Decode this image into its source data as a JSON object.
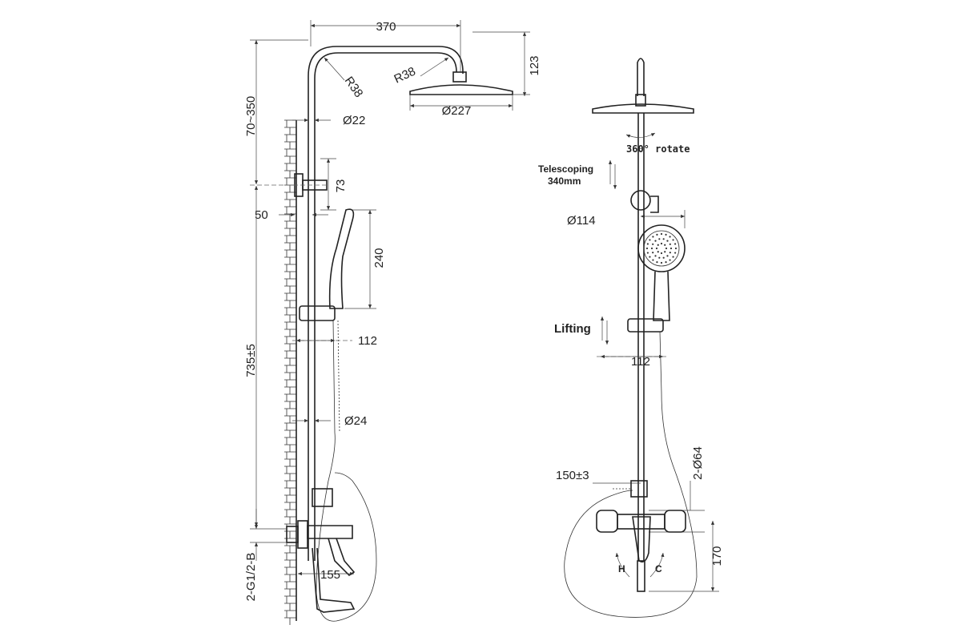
{
  "side_view": {
    "dims": {
      "width_arm": "370",
      "head_drop": "123",
      "radius_left": "R38",
      "radius_right": "R38",
      "head_diameter": "Ø227",
      "adjust_range": "70~350",
      "pipe_upper": "Ø22",
      "bracket_height": "73",
      "wall_offset": "50",
      "hand_shower_length": "240",
      "holder_offset": "112",
      "mixer_to_holder": "735±5",
      "pipe_lower": "Ø24",
      "spout_length": "155",
      "inlet": "2-G1/2-B"
    }
  },
  "front_view": {
    "rotate": "360° rotate",
    "telescoping": "Telescoping",
    "telescoping_length": "340mm",
    "hand_shower_diameter": "Ø114",
    "lifting": "Lifting",
    "holder_offset": "112",
    "center_distance": "150±3",
    "escutcheon": "2-Ø64",
    "mixer_height": "170",
    "hot": "H",
    "cold": "C"
  }
}
